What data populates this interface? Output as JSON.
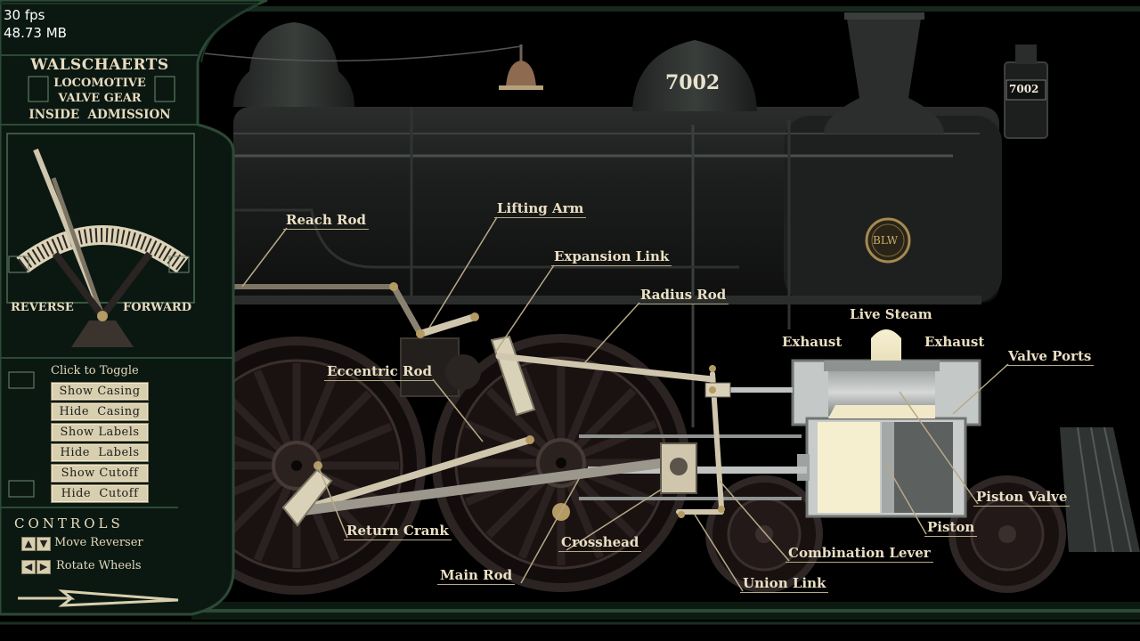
{
  "overlay": {
    "fps": "30 fps",
    "memory": "48.73 MB"
  },
  "panel": {
    "title": "WALSCHAERTS",
    "subtitle_1": "LOCOMOTIVE",
    "subtitle_2": "VALVE GEAR",
    "subtitle_3": "INSIDE  ADMISSION",
    "reverse_label": "REVERSE",
    "forward_label": "FORWARD",
    "toggle_heading": "Click to Toggle",
    "buttons": [
      "Show Casing",
      "Hide  Casing",
      "Show Labels",
      "Hide  Labels",
      "Show Cutoff",
      "Hide  Cutoff"
    ],
    "controls_heading": "CONTROLS",
    "controls": [
      {
        "keys": [
          "▲",
          "▼"
        ],
        "label": "Move Reverser"
      },
      {
        "keys": [
          "◀",
          "▶"
        ],
        "label": "Rotate Wheels"
      }
    ]
  },
  "locomotive": {
    "number": "7002",
    "number_plate": "7002",
    "builder_badge": "BLW"
  },
  "labels": {
    "reach_rod": "Reach Rod",
    "lifting_arm": "Lifting Arm",
    "expansion_link": "Expansion Link",
    "radius_rod": "Radius Rod",
    "eccentric_rod": "Eccentric Rod",
    "live_steam": "Live Steam",
    "exhaust_left": "Exhaust",
    "exhaust_right": "Exhaust",
    "valve_ports": "Valve Ports",
    "piston_valve": "Piston Valve",
    "piston": "Piston",
    "return_crank": "Return Crank",
    "crosshead": "Crosshead",
    "main_rod": "Main Rod",
    "combination_lever": "Combination Lever",
    "union_link": "Union Link"
  },
  "colors": {
    "panel_green": "#0c1a12",
    "trim_green": "#2c4a36",
    "cream": "#e8dfc4",
    "brass": "#b49a63"
  }
}
